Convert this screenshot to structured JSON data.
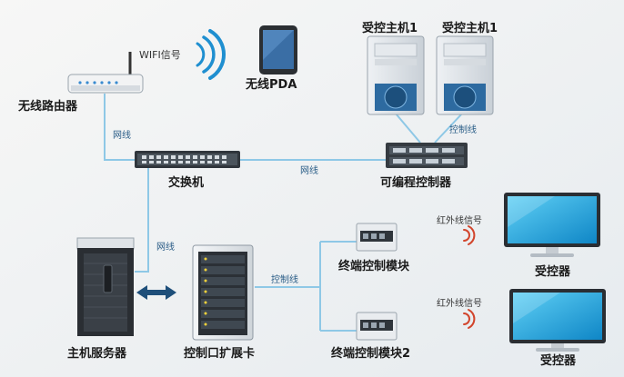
{
  "nodes": {
    "router": "无线路由器",
    "pda": "无线PDA",
    "host_1": "受控主机1",
    "host_2": "受控主机1",
    "switch": "交换机",
    "plc": "可编程控制器",
    "server": "主机服务器",
    "expansion_card": "控制口扩展卡",
    "terminal_module_1": "终端控制模块",
    "terminal_module_2": "终端控制模块2",
    "controlled_1": "受控器",
    "controlled_2": "受控器"
  },
  "links": {
    "wifi_signal": "WIFI信号",
    "router_switch": "网线",
    "switch_plc": "网线",
    "switch_server": "网线",
    "plc_hosts": "控制线",
    "card_modules": "控制线",
    "ir_1": "红外线信号",
    "ir_2": "红外线信号"
  },
  "colors": {
    "line": "#8ec8e6",
    "screen": "#1fa4dc",
    "ir_signal": "#d2452c",
    "wifi": "#1f8fd0"
  }
}
